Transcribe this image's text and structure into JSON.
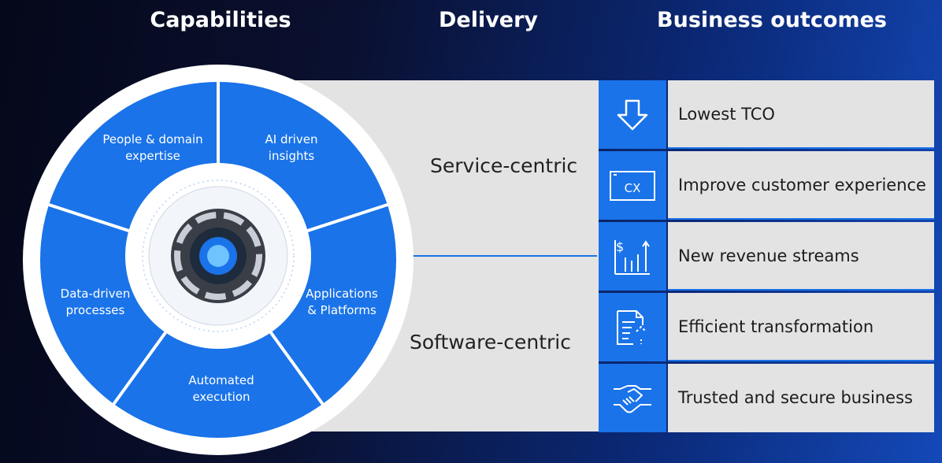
{
  "headers": {
    "capabilities": "Capabilities",
    "delivery": "Delivery",
    "business_outcomes": "Business outcomes"
  },
  "capabilities": {
    "segments": [
      {
        "line1": "People & domain",
        "line2": "expertise"
      },
      {
        "line1": "AI driven",
        "line2": "insights"
      },
      {
        "line1": "Applications",
        "line2": "& Platforms"
      },
      {
        "line1": "Automated",
        "line2": "execution"
      },
      {
        "line1": "Data-driven",
        "line2": "processes"
      }
    ]
  },
  "delivery": {
    "items": [
      "Service-centric",
      "Software-centric"
    ]
  },
  "outcomes": [
    {
      "label": "Lowest TCO",
      "icon": "down-arrow-icon"
    },
    {
      "label": "Improve customer experience",
      "icon": "cx-screen-icon",
      "icon_text": "CX"
    },
    {
      "label": "New revenue streams",
      "icon": "revenue-chart-icon",
      "icon_text": "$"
    },
    {
      "label": "Efficient transformation",
      "icon": "document-transform-icon"
    },
    {
      "label": "Trusted and secure business",
      "icon": "handshake-icon"
    }
  ],
  "colors": {
    "accent_blue": "#1a73e8",
    "panel_gray": "#e3e3e3",
    "text_white": "#ffffff"
  }
}
